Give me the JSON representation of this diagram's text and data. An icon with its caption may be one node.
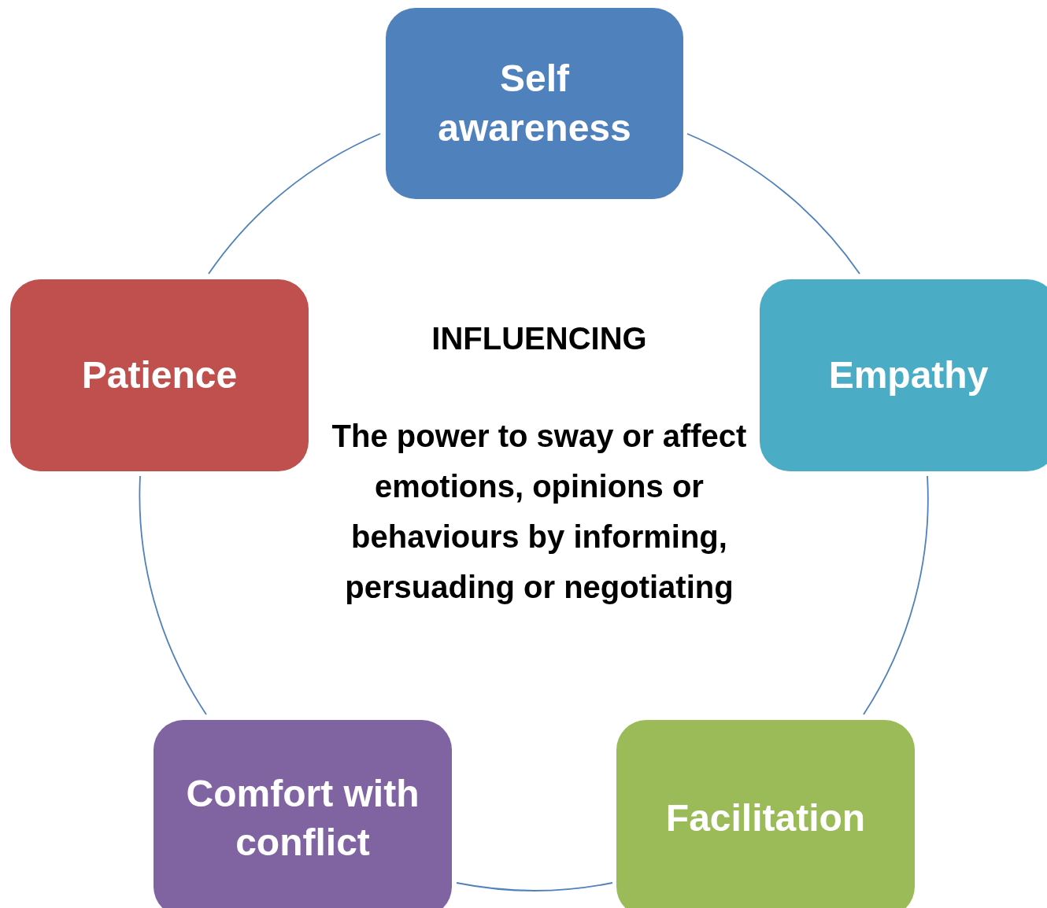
{
  "diagram": {
    "nodes": [
      {
        "text": [
          "Self awareness"
        ]
      },
      {
        "text": [
          "Patience"
        ]
      },
      {
        "text": [
          "Empathy"
        ]
      },
      {
        "text": [
          "Comfort with conflict"
        ]
      },
      {
        "text": [
          "Facilitation"
        ]
      }
    ],
    "edges": [
      {
        "from": 0,
        "to": 2,
        "arrow": "none"
      },
      {
        "from": 2,
        "to": 4,
        "arrow": "none"
      },
      {
        "from": 4,
        "to": 3,
        "arrow": "none"
      },
      {
        "from": 3,
        "to": 1,
        "arrow": "none"
      },
      {
        "from": 1,
        "to": 0,
        "arrow": "none"
      }
    ],
    "labels": [
      "INFLUENCING",
      "The power to sway or affect emotions, opinions or behaviours by informing, persuading or negotiating"
    ]
  }
}
